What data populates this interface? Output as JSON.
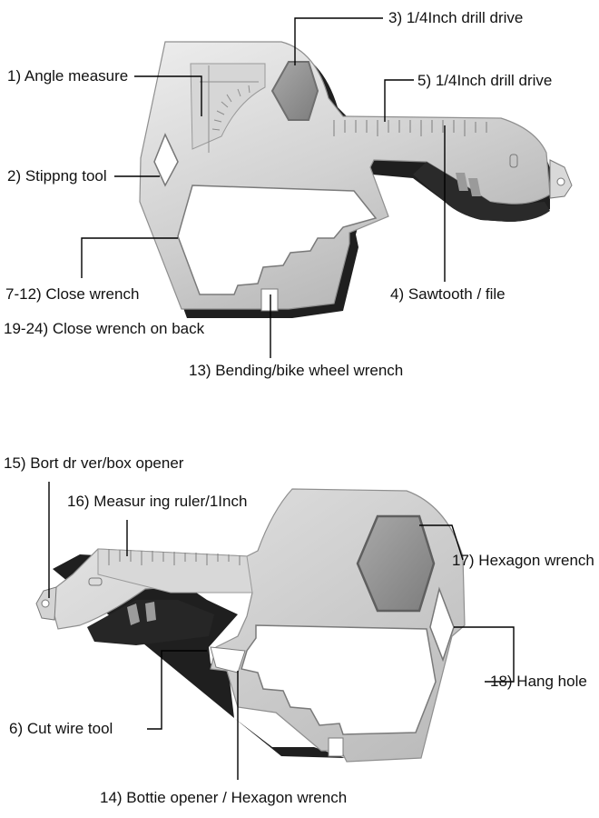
{
  "colors": {
    "steel_light": "#e2e2e2",
    "steel_mid": "#c4c4c4",
    "steel_dark": "#8a8a8a",
    "shadow": "#1c1c1c",
    "leader": "#000000",
    "text": "#111111"
  },
  "top_tool": {
    "labels": {
      "angle_measure": "1) Angle measure",
      "stripping_tool": "2) Stippng tool",
      "drill_drive_3": "3) 1/4Inch drill drive",
      "sawtooth_file": "4) Sawtooth / file",
      "drill_drive_5": "5) 1/4Inch drill drive",
      "close_wrench": "7-12) Close wrench",
      "close_wrench_back": "19-24) Close wrench on back",
      "bending_wrench": "13) Bending/bike wheel wrench"
    }
  },
  "bottom_tool": {
    "labels": {
      "screwdriver_box_opener": "15) Bort dr ver/box opener",
      "measuring_ruler": "16) Measur ing ruler/1Inch",
      "hexagon_wrench": "17) Hexagon wrench",
      "hang_hole": "18) Hang hole",
      "cut_wire_tool": "6) Cut wire tool",
      "bottle_opener": "14) Bottie opener / Hexagon wrench"
    }
  }
}
